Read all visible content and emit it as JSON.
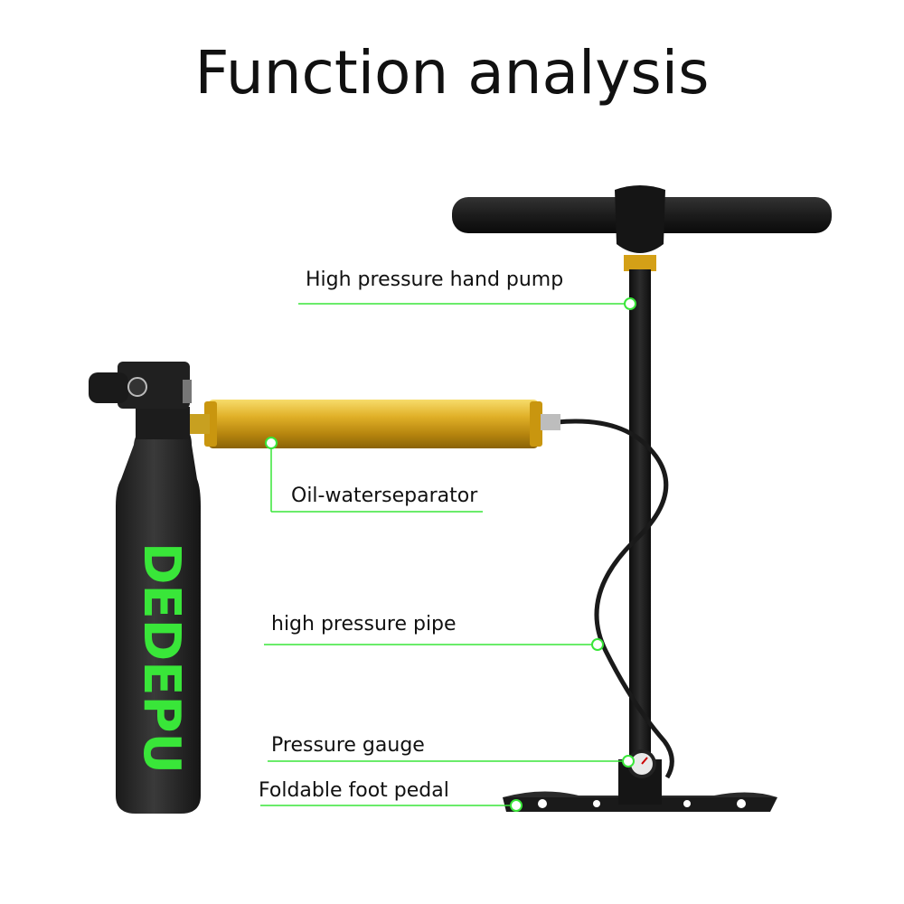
{
  "title": "Function analysis",
  "accent_color": "#39e639",
  "brand": "DEDEPU",
  "callouts": [
    {
      "label": "High pressure hand pump"
    },
    {
      "label": "Oil-waterseparator"
    },
    {
      "label": "high pressure pipe"
    },
    {
      "label": "Pressure gauge"
    },
    {
      "label": "Foldable foot pedal"
    }
  ]
}
